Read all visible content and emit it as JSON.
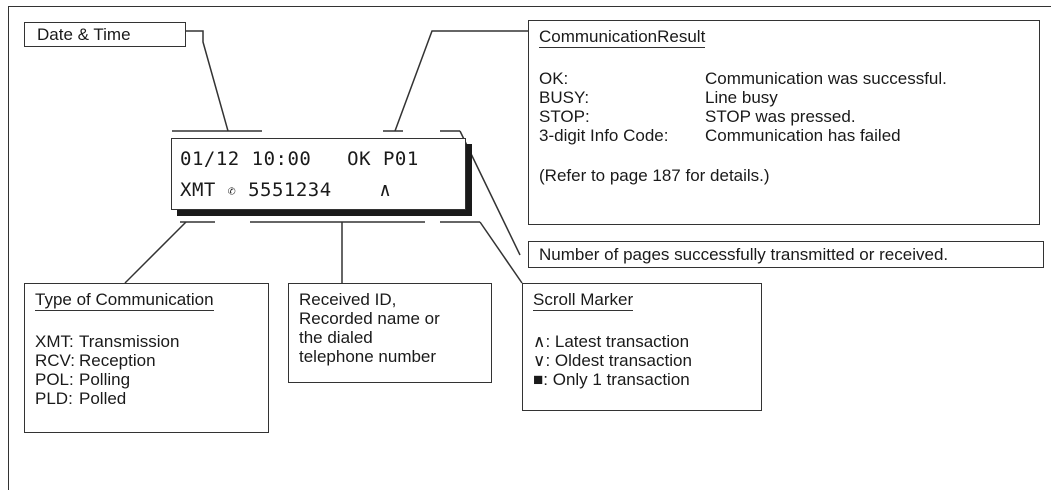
{
  "date_time_label": "Date & Time",
  "lcd": {
    "line1": "01/12 10:00   OK P01",
    "type": "XMT",
    "number": "5551234",
    "scroll": "∧"
  },
  "comm_result": {
    "title": "CommunicationResult",
    "items": [
      {
        "key": "OK:",
        "value": "Communication was successful."
      },
      {
        "key": "BUSY:",
        "value": "Line busy"
      },
      {
        "key": "STOP:",
        "value": "STOP was pressed."
      },
      {
        "key": "3-digit Info Code:",
        "value": "Communication has failed"
      }
    ],
    "note": "(Refer to page 187 for details.)"
  },
  "pages_label": "Number of pages successfully transmitted or received.",
  "type_of_comm": {
    "title": "Type of Communication",
    "items": [
      {
        "key": "XMT:",
        "value": "Transmission"
      },
      {
        "key": "RCV:",
        "value": "Reception"
      },
      {
        "key": "POL:",
        "value": "Polling"
      },
      {
        "key": "PLD:",
        "value": "Polled"
      }
    ]
  },
  "received_id": {
    "lines": [
      "Received ID,",
      "Recorded name or",
      "the dialed",
      "telephone number"
    ]
  },
  "scroll_marker": {
    "title": "Scroll Marker",
    "items": [
      {
        "symbol": "∧",
        "text": ": Latest transaction"
      },
      {
        "symbol": "∨",
        "text": ": Oldest transaction"
      },
      {
        "symbol": "■",
        "text": ": Only 1 transaction"
      }
    ]
  }
}
